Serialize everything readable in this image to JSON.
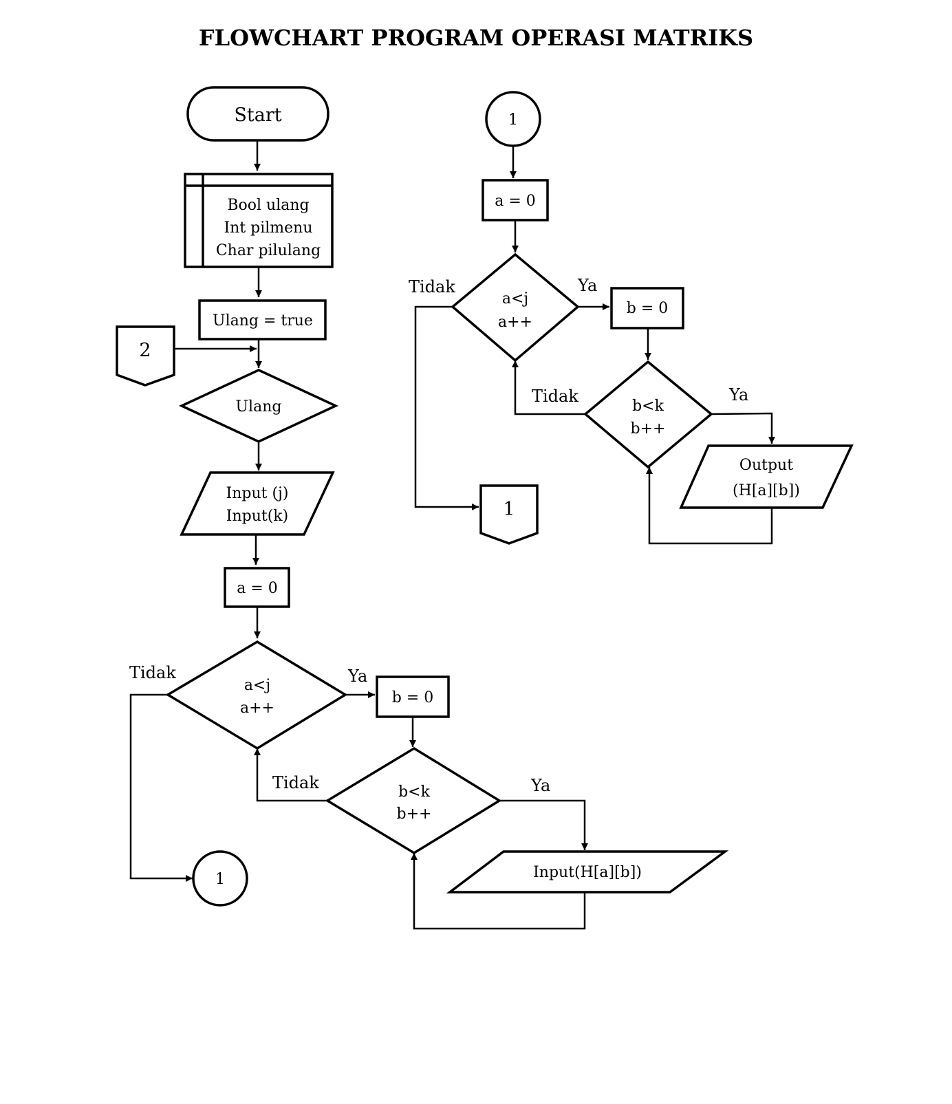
{
  "title": "FLOWCHART PROGRAM OPERASI MATRIKS",
  "left": {
    "start": "Start",
    "declaration": [
      "Bool ulang",
      "Int pilmenu",
      "Char pilulang"
    ],
    "init": "Ulang = true",
    "connector_in": "2",
    "loop_condition": "Ulang",
    "input": [
      "Input (j)",
      "Input(k)"
    ],
    "a_init": "a = 0",
    "a_condition": [
      "a<j",
      "a++"
    ],
    "a_no": "Tidak",
    "a_yes": "Ya",
    "b_init": "b = 0",
    "b_condition": [
      "b<k",
      "b++"
    ],
    "b_no": "Tidak",
    "b_yes": "Ya",
    "input_matrix": "Input(H[a][b])",
    "connector_out": "1"
  },
  "right": {
    "connector_in": "1",
    "a_init": "a = 0",
    "a_condition": [
      "a<j",
      "a++"
    ],
    "a_no": "Tidak",
    "a_yes": "Ya",
    "b_init": "b = 0",
    "b_condition": [
      "b<k",
      "b++"
    ],
    "b_no": "Tidak",
    "b_yes": "Ya",
    "output": [
      "Output",
      "(H[a][b])"
    ],
    "connector_out": "1"
  }
}
